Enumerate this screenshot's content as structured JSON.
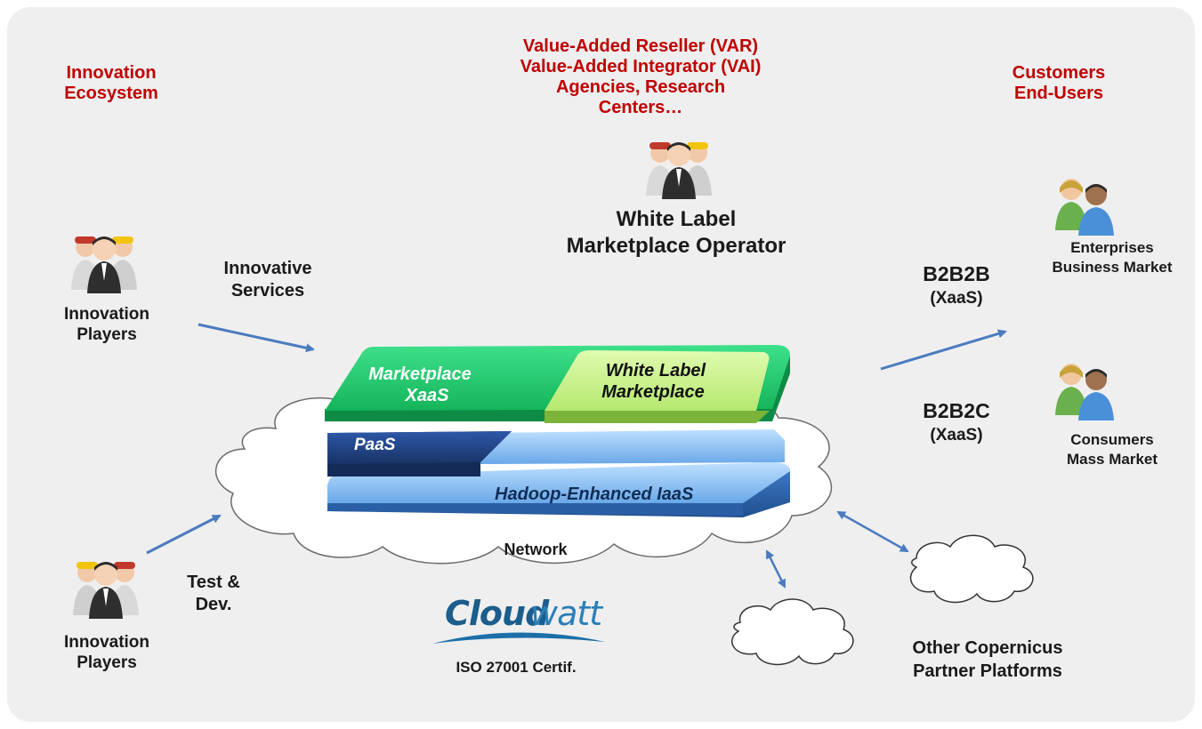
{
  "left_header": [
    "Innovation",
    "Ecosystem"
  ],
  "var_header": [
    "Value-Added Reseller (VAR)",
    "Value-Added Integrator (VAI)",
    "Agencies, Research",
    "Centers…"
  ],
  "right_header": [
    "Customers",
    "End-Users"
  ],
  "operator_title": [
    "White Label",
    "Marketplace Operator"
  ],
  "innovation_players_top": [
    "Innovation",
    "Players"
  ],
  "innovation_players_bottom": [
    "Innovation",
    "Players"
  ],
  "innovative_services": [
    "Innovative",
    "Services"
  ],
  "test_dev": [
    "Test &",
    "Dev."
  ],
  "enterprises": [
    "Enterprises",
    "Business Market"
  ],
  "consumers": [
    "Consumers",
    "Mass Market"
  ],
  "b2b2b": {
    "title": "B2B2B",
    "sub": "(XaaS)"
  },
  "b2b2c": {
    "title": "B2B2C",
    "sub": "(XaaS)"
  },
  "layers": {
    "marketplace": [
      "Marketplace",
      "XaaS"
    ],
    "white_label": [
      "White Label",
      "Marketplace"
    ],
    "paas": "PaaS",
    "iaas": "Hadoop-Enhanced IaaS",
    "network": "Network"
  },
  "logo": {
    "brand_a": "Cloud",
    "brand_b": "watt",
    "caption": "ISO 27001 Certif."
  },
  "partners": [
    "Other Copernicus",
    "Partner Platforms"
  ],
  "colors": {
    "accent_red": "#c00000",
    "arrow_blue": "#4a7bbf",
    "marketplace_green": "#2ecc71",
    "white_label_green": "#c8f08a",
    "paas_navy": "#1f3d7a",
    "iaas_blue": "#6aa8e8"
  }
}
